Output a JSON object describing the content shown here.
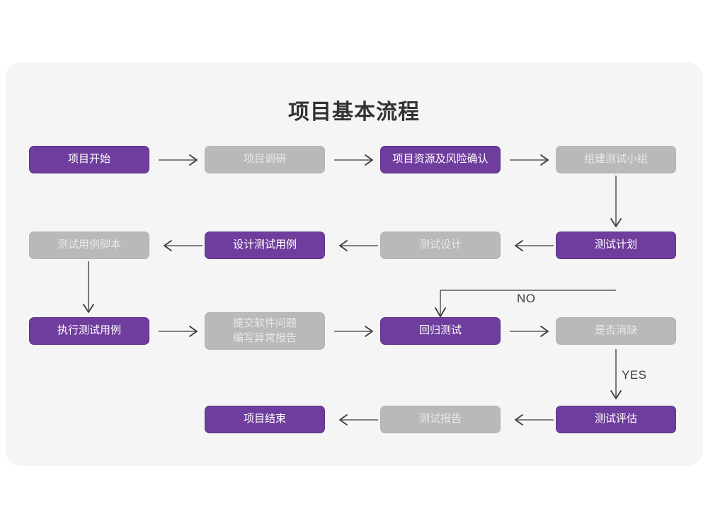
{
  "page": {
    "title": "项目基本流程",
    "background": "#ffffff",
    "card_background": "#f5f5f5"
  },
  "colors": {
    "purple": "#6f3d9e",
    "purple_border": "#5d3287",
    "gray": "#b9b9b9",
    "gray_text": "#e8e8e8",
    "purple_text": "#ffffff",
    "connector": "#5a5a5a",
    "title_text": "#333333"
  },
  "chart_data": {
    "type": "diagram",
    "title": "项目基本流程",
    "nodes": [
      {
        "id": "n1",
        "label": "项目开始",
        "style": "purple",
        "row": 1,
        "col": 1
      },
      {
        "id": "n2",
        "label": "项目调研",
        "style": "gray",
        "row": 1,
        "col": 2
      },
      {
        "id": "n3",
        "label": "项目资源及风险确认",
        "style": "purple",
        "row": 1,
        "col": 3
      },
      {
        "id": "n4",
        "label": "组建测试小组",
        "style": "gray",
        "row": 1,
        "col": 4
      },
      {
        "id": "n5",
        "label": "测试用例脚本",
        "style": "gray",
        "row": 2,
        "col": 1
      },
      {
        "id": "n6",
        "label": "设计测试用例",
        "style": "purple",
        "row": 2,
        "col": 2
      },
      {
        "id": "n7",
        "label": "测试设计",
        "style": "gray",
        "row": 2,
        "col": 3
      },
      {
        "id": "n8",
        "label": "测试计划",
        "style": "purple",
        "row": 2,
        "col": 4
      },
      {
        "id": "n9",
        "label": "执行测试用例",
        "style": "purple",
        "row": 3,
        "col": 1
      },
      {
        "id": "n10",
        "label": "提交软件问题\n编写异常报告",
        "style": "gray",
        "row": 3,
        "col": 2
      },
      {
        "id": "n11",
        "label": "回归测试",
        "style": "purple",
        "row": 3,
        "col": 3
      },
      {
        "id": "n12",
        "label": "是否消缺",
        "style": "gray",
        "row": 3,
        "col": 4
      },
      {
        "id": "n13",
        "label": "项目结束",
        "style": "purple",
        "row": 4,
        "col": 2
      },
      {
        "id": "n14",
        "label": "测试报告",
        "style": "gray",
        "row": 4,
        "col": 3
      },
      {
        "id": "n15",
        "label": "测试评估",
        "style": "purple",
        "row": 4,
        "col": 4
      }
    ],
    "edges": [
      {
        "from": "n1",
        "to": "n2",
        "label": "",
        "direction": "right"
      },
      {
        "from": "n2",
        "to": "n3",
        "label": "",
        "direction": "right"
      },
      {
        "from": "n3",
        "to": "n4",
        "label": "",
        "direction": "right"
      },
      {
        "from": "n4",
        "to": "n8",
        "label": "",
        "direction": "down"
      },
      {
        "from": "n8",
        "to": "n7",
        "label": "",
        "direction": "left"
      },
      {
        "from": "n7",
        "to": "n6",
        "label": "",
        "direction": "left"
      },
      {
        "from": "n6",
        "to": "n5",
        "label": "",
        "direction": "left"
      },
      {
        "from": "n5",
        "to": "n9",
        "label": "",
        "direction": "down"
      },
      {
        "from": "n9",
        "to": "n10",
        "label": "",
        "direction": "right"
      },
      {
        "from": "n10",
        "to": "n11",
        "label": "",
        "direction": "right"
      },
      {
        "from": "n11",
        "to": "n12",
        "label": "",
        "direction": "right"
      },
      {
        "from": "n12",
        "to": "n11",
        "label": "NO",
        "direction": "loop-up-left"
      },
      {
        "from": "n12",
        "to": "n15",
        "label": "YES",
        "direction": "down"
      },
      {
        "from": "n15",
        "to": "n14",
        "label": "",
        "direction": "left"
      },
      {
        "from": "n14",
        "to": "n13",
        "label": "",
        "direction": "left"
      }
    ],
    "edge_labels": [
      "NO",
      "YES"
    ]
  }
}
